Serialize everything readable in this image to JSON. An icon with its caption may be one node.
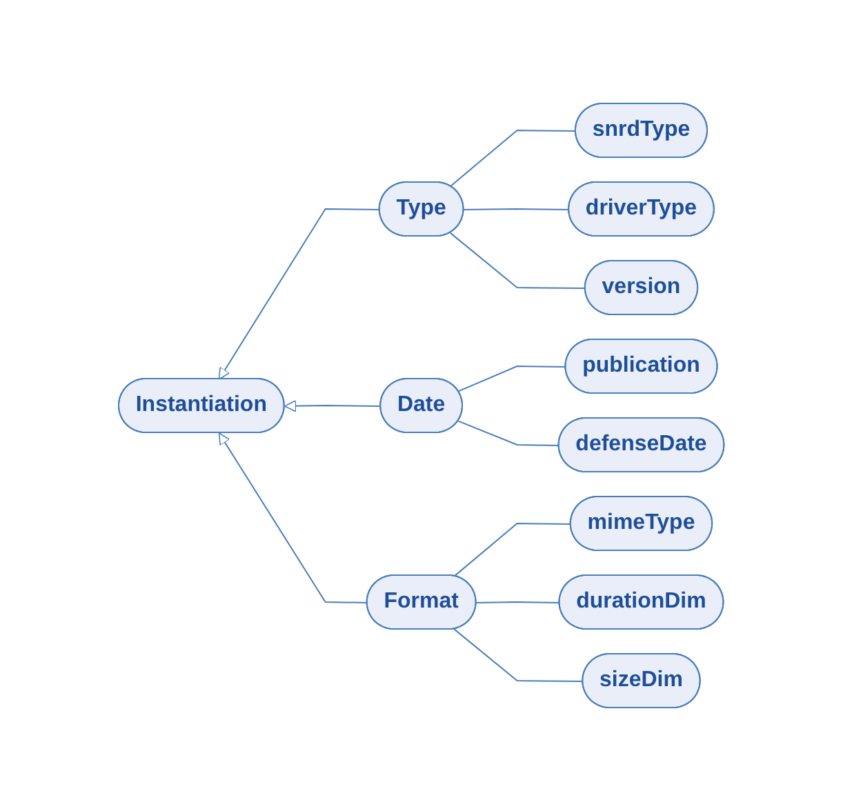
{
  "diagram": {
    "nodes": [
      {
        "text": [
          "Instantiation"
        ]
      },
      {
        "text": [
          "Type"
        ]
      },
      {
        "text": [
          "snrdType"
        ]
      },
      {
        "text": [
          "driverType"
        ]
      },
      {
        "text": [
          "version"
        ]
      },
      {
        "text": [
          "Date"
        ]
      },
      {
        "text": [
          "publication"
        ]
      },
      {
        "text": [
          "defenseDate"
        ]
      },
      {
        "text": [
          "Format"
        ]
      },
      {
        "text": [
          "mimeType"
        ]
      },
      {
        "text": [
          "durationDim"
        ]
      },
      {
        "text": [
          "sizeDim"
        ]
      }
    ],
    "edges": [
      {
        "from": 1,
        "to": 0,
        "arrow": "to"
      },
      {
        "from": 5,
        "to": 0,
        "arrow": "to"
      },
      {
        "from": 8,
        "to": 0,
        "arrow": "to"
      },
      {
        "from": 2,
        "to": 1,
        "arrow": "none"
      },
      {
        "from": 3,
        "to": 1,
        "arrow": "none"
      },
      {
        "from": 4,
        "to": 1,
        "arrow": "none"
      },
      {
        "from": 6,
        "to": 5,
        "arrow": "none"
      },
      {
        "from": 7,
        "to": 5,
        "arrow": "none"
      },
      {
        "from": 9,
        "to": 8,
        "arrow": "none"
      },
      {
        "from": 10,
        "to": 8,
        "arrow": "none"
      },
      {
        "from": 11,
        "to": 8,
        "arrow": "none"
      }
    ]
  }
}
